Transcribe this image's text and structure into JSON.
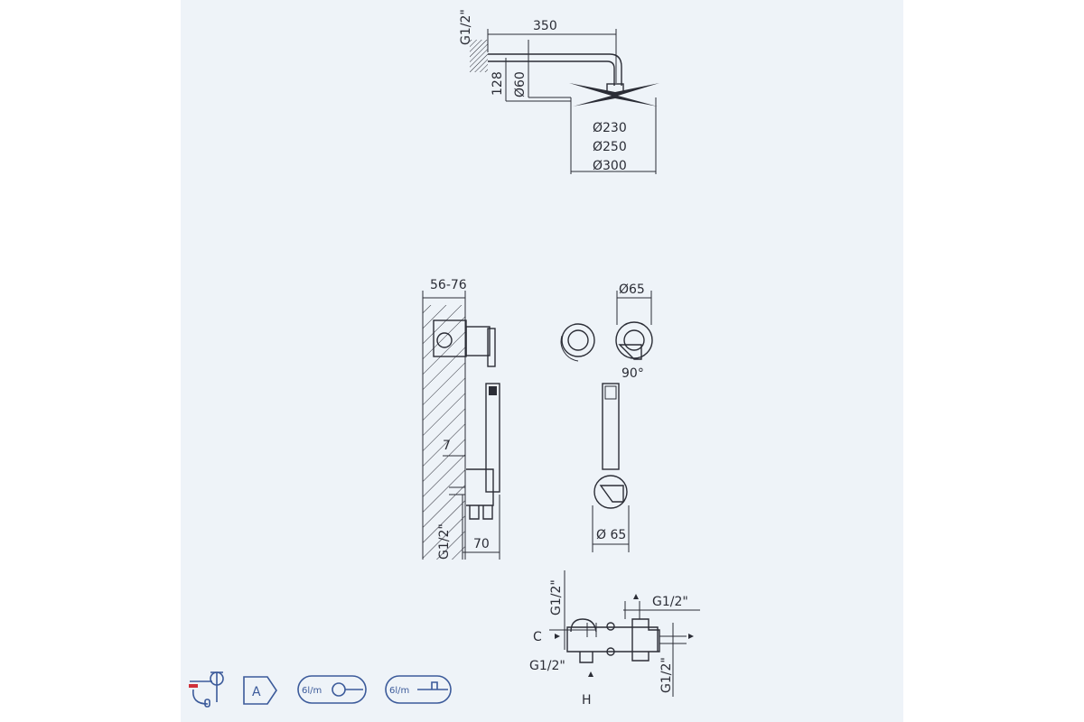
{
  "overhead_shower": {
    "inlet": "G1/2\"",
    "arm_length": "350",
    "drop": "128",
    "arm_diameter": "Ø60",
    "head_sizes": [
      "Ø230",
      "Ø250",
      "Ø300"
    ]
  },
  "wall_mixer_side": {
    "wall_depth": "56-76",
    "offset": "7",
    "inlet": "G1/2\"",
    "projection": "70"
  },
  "wall_mixer_front": {
    "rosette": "Ø65",
    "lever_angle": "90°",
    "bracket_rosette": "Ø 65"
  },
  "exposed_mixer": {
    "top_inlet": "G1/2\"",
    "right_outlet_top": "G1/2\"",
    "cold_label": "C",
    "hot_inlet": "G1/2\"",
    "hot_label": "H",
    "right_outlet": "G1/2\""
  },
  "badges": {
    "energy_class": "A",
    "flow_hand": "6l/m",
    "flow_head": "6l/m"
  },
  "colors": {
    "panel": "#eef3f8",
    "line": "#2b2d36",
    "icon": "#3b5a9a",
    "accent": "#d0303a"
  }
}
